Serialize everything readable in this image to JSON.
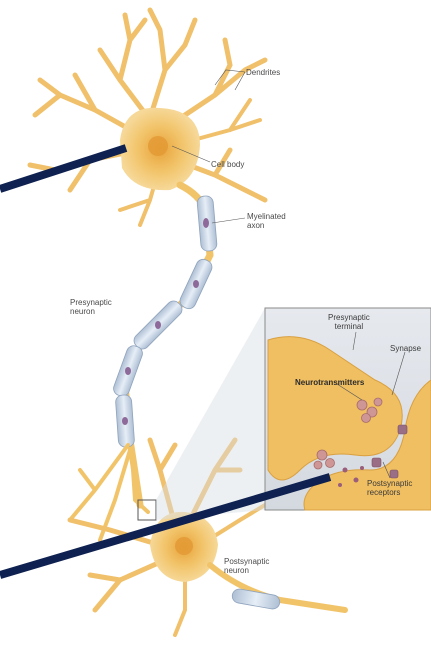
{
  "labels": {
    "dendrites": "Dendrites",
    "cell_body": "Cell body",
    "myelinated_axon_1": "Myelinated",
    "myelinated_axon_2": "axon",
    "presynaptic_neuron_1": "Presynaptic",
    "presynaptic_neuron_2": "neuron",
    "presynaptic_terminal_1": "Presynaptic",
    "presynaptic_terminal_2": "terminal",
    "synapse": "Synapse",
    "neurotransmitters": "Neurotransmitters",
    "postsynaptic_receptors_1": "Postsynaptic",
    "postsynaptic_receptors_2": "receptors",
    "postsynaptic_neuron_1": "Postsynaptic",
    "postsynaptic_neuron_2": "neuron"
  },
  "colors": {
    "neuron_fill": "#f2c46a",
    "neuron_core": "#e8a63c",
    "myelin": "#c9d6e6",
    "pointer_line": "#0e2150",
    "inset_border": "#8a8a8a",
    "vesicle": "#c88a8a"
  }
}
